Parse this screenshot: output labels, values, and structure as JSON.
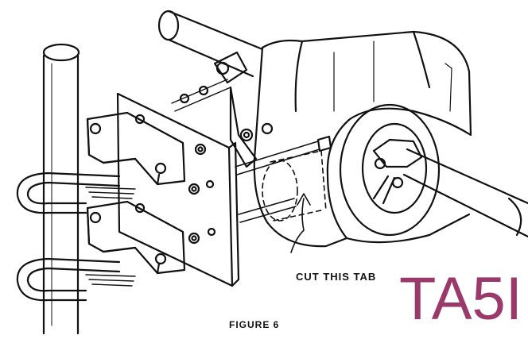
{
  "diagram": {
    "annotation_label": "CUT THIS TAB",
    "figure_caption": "FIGURE 6",
    "watermark": "TA5I"
  },
  "colors": {
    "ink": "#111111",
    "paper": "#ffffff",
    "watermark": "#9a3a6a"
  }
}
